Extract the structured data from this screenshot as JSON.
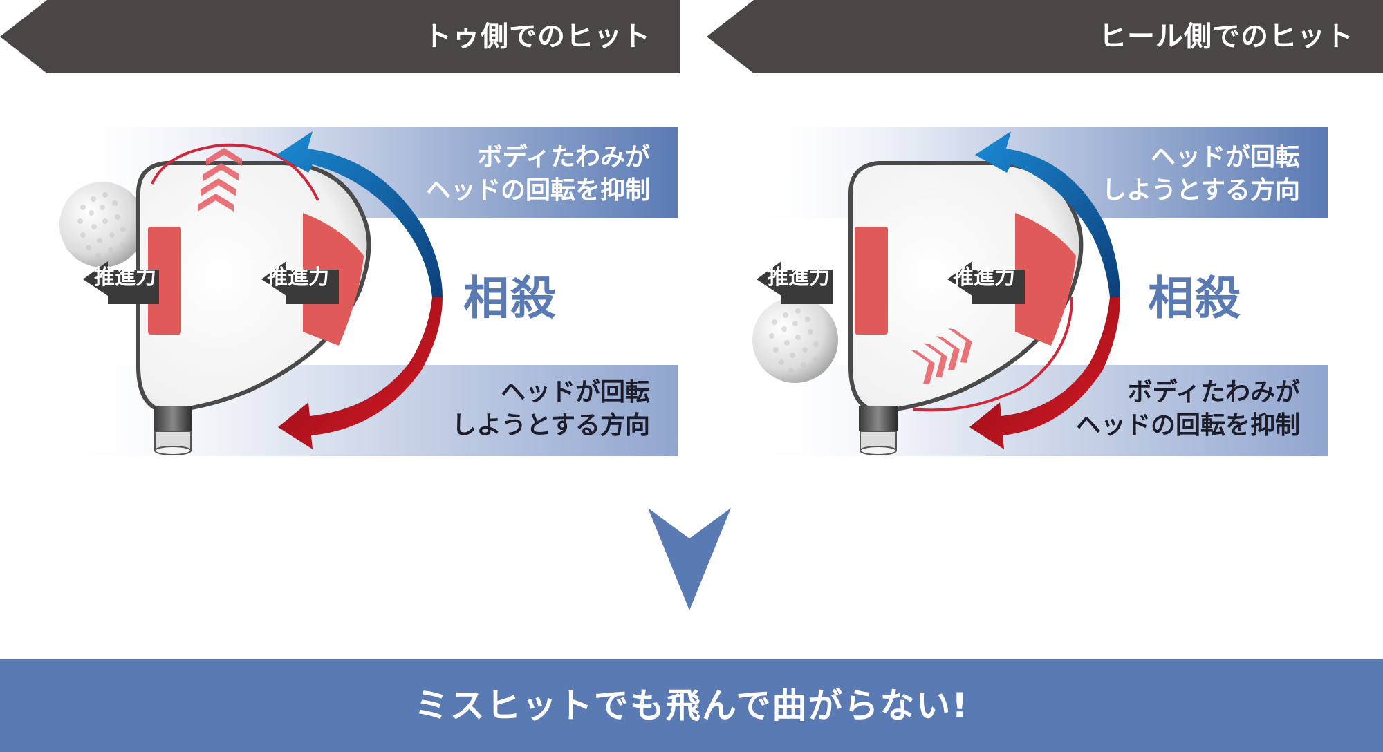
{
  "left_panel": {
    "header": "トゥ側でのヒット",
    "band_top": [
      "ボディたわみが",
      "ヘッドの回転を抑制"
    ],
    "band_bottom": [
      "ヘッドが回転",
      "しようとする方向"
    ],
    "force_labels": [
      "推進力",
      "推進力"
    ],
    "center_label": "相殺"
  },
  "right_panel": {
    "header": "ヒール側でのヒット",
    "band_top": [
      "ヘッドが回転",
      "しようとする方向"
    ],
    "band_bottom": [
      "ボディたわみが",
      "ヘッドの回転を抑制"
    ],
    "force_labels": [
      "推進力",
      "推進力"
    ],
    "center_label": "相殺"
  },
  "footer": {
    "text": "ミスヒットでも飛んで曲がらない!"
  },
  "colors": {
    "header_bg": "#4a4646",
    "accent_blue": "#5a7ab4",
    "arrow_blue": "#1a6fb8",
    "arrow_red": "#c0111e",
    "face_red": "#e05a5a"
  }
}
